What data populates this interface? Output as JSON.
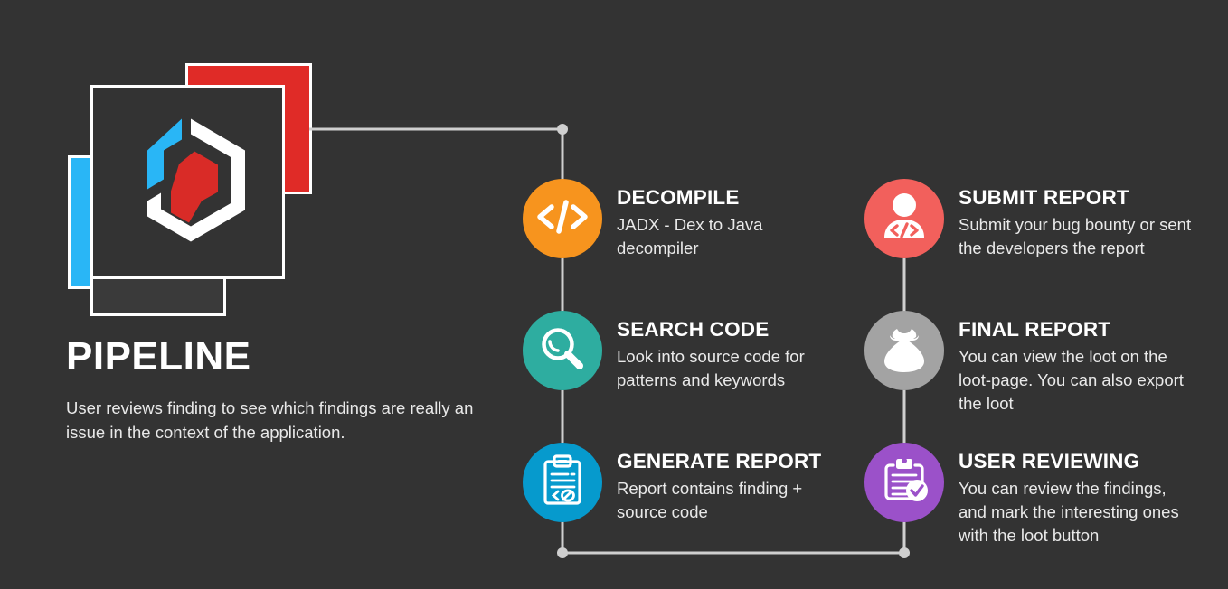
{
  "background": "#333333",
  "brand": {
    "title": "PIPELINE",
    "description": "User reviews finding to see which findings are really an issue in the context of the application.",
    "logo": {
      "name": "hexagon-code-logo",
      "card_blue": "#29b6f6",
      "card_red": "#e02b27",
      "hex_white": "#ffffff",
      "hex_blue": "#29b6f6",
      "hex_red": "#d92b27"
    }
  },
  "connector": {
    "color": "#cfcfcf",
    "name": "pipeline-connector-line"
  },
  "chart_data": {
    "type": "diagram",
    "title": "PIPELINE",
    "layout": "two-column flow with connector rail",
    "nodes": [
      {
        "id": "decompile",
        "column": "left",
        "order": 1,
        "color": "#f7941e",
        "icon": "code-brackets-icon"
      },
      {
        "id": "search-code",
        "column": "left",
        "order": 2,
        "color": "#2eada0",
        "icon": "magnifier-icon"
      },
      {
        "id": "generate-report",
        "column": "left",
        "order": 3,
        "color": "#069acd",
        "icon": "clipboard-code-icon"
      },
      {
        "id": "submit-report",
        "column": "right",
        "order": 4,
        "color": "#f2605c",
        "icon": "person-code-icon"
      },
      {
        "id": "final-report",
        "column": "right",
        "order": 5,
        "color": "#a3a3a3",
        "icon": "money-bag-icon"
      },
      {
        "id": "user-reviewing",
        "column": "right",
        "order": 6,
        "color": "#9b51c9",
        "icon": "clipboard-check-icon"
      }
    ]
  },
  "steps": {
    "left": [
      {
        "id": "decompile",
        "title": "DECOMPILE",
        "description": "JADX - Dex to Java decompiler",
        "color": "#f7941e",
        "icon": "code-brackets-icon"
      },
      {
        "id": "search-code",
        "title": "SEARCH CODE",
        "description": "Look into source code for patterns and keywords",
        "color": "#2eada0",
        "icon": "magnifier-icon"
      },
      {
        "id": "generate-report",
        "title": "GENERATE REPORT",
        "description": "Report contains finding + source code",
        "color": "#069acd",
        "icon": "clipboard-code-icon"
      }
    ],
    "right": [
      {
        "id": "submit-report",
        "title": "SUBMIT REPORT",
        "description": "Submit your bug bounty or sent the developers the report",
        "color": "#f2605c",
        "icon": "person-code-icon"
      },
      {
        "id": "final-report",
        "title": "FINAL REPORT",
        "description": "You can view the loot on the loot-page. You can also export the loot",
        "color": "#a3a3a3",
        "icon": "money-bag-icon"
      },
      {
        "id": "user-reviewing",
        "title": "USER REVIEWING",
        "description": "You can review the findings, and mark the interesting ones with the loot button",
        "color": "#9b51c9",
        "icon": "clipboard-check-icon"
      }
    ]
  }
}
